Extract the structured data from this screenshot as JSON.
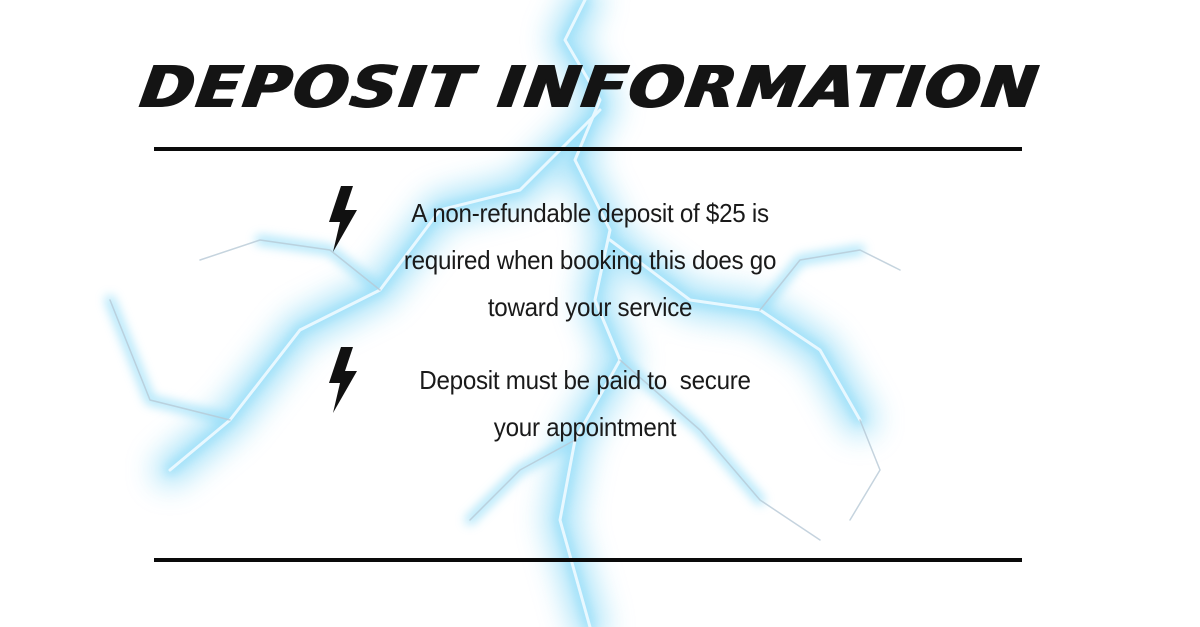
{
  "title": "DEPOSIT INFORMATION",
  "items": [
    {
      "icon": "lightning-bolt-icon",
      "lines": [
        "A non-refundable deposit of $25 is",
        "required when booking this does go",
        "toward your service"
      ]
    },
    {
      "icon": "lightning-bolt-icon",
      "lines": [
        "Deposit must be paid to  secure",
        "your appointment"
      ]
    }
  ],
  "colors": {
    "text": "#1a1a1a",
    "rule": "#0a0a0a",
    "lightning": "#4fc3ef",
    "background": "#ffffff"
  }
}
